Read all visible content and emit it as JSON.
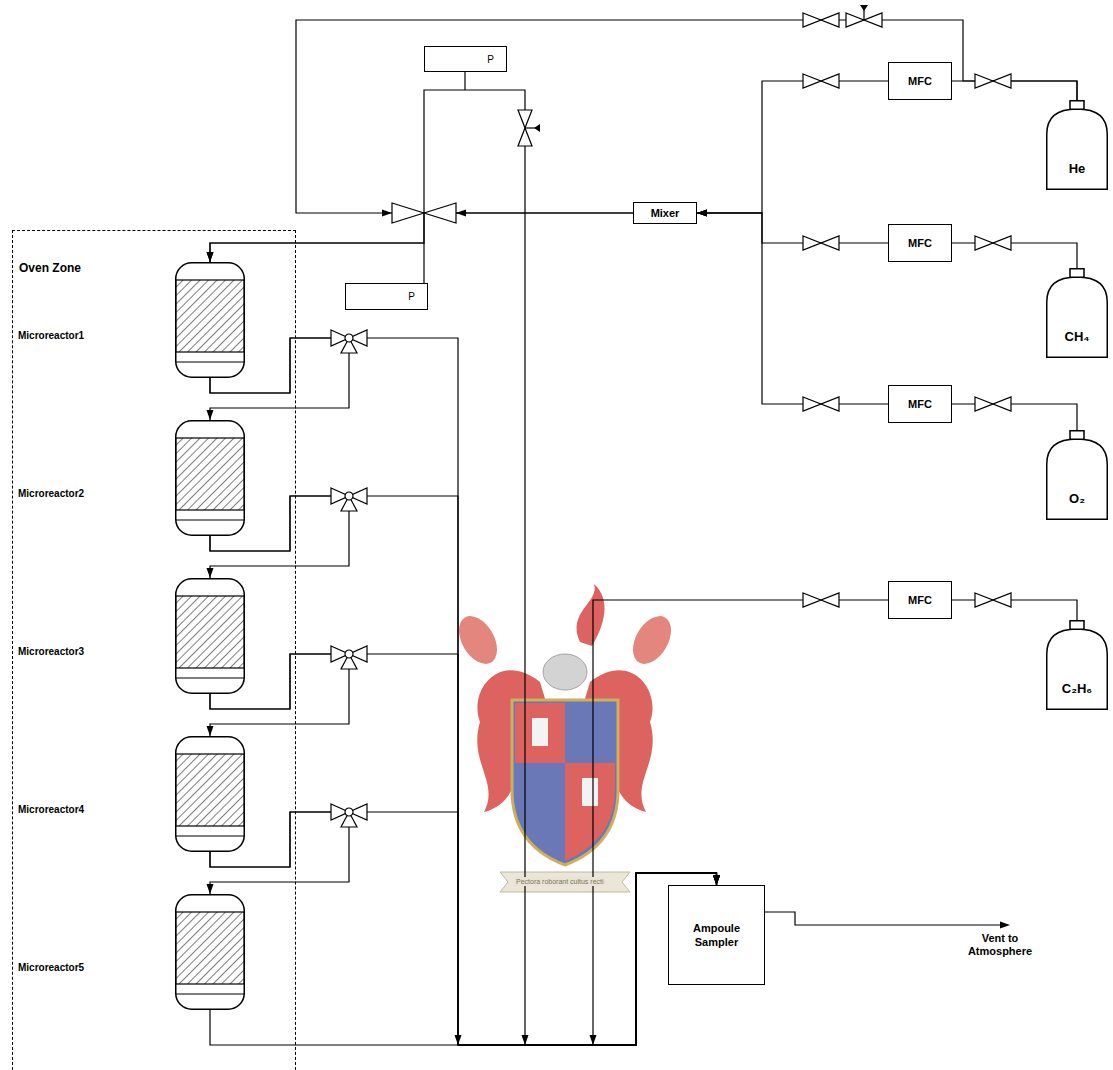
{
  "diagram": {
    "nodes": [
      {
        "text": [
          "Oven Zone"
        ]
      },
      {
        "text": [
          "Microreactor1"
        ],
        "in": 0
      },
      {
        "text": [
          "Microreactor2"
        ],
        "in": 0
      },
      {
        "text": [
          "Microreactor3"
        ],
        "in": 0
      },
      {
        "text": [
          "Microreactor4"
        ],
        "in": 0
      },
      {
        "text": [
          "Microreactor5"
        ],
        "in": 0
      },
      {
        "text": [
          "P"
        ]
      },
      {
        "text": [
          "P"
        ]
      },
      {
        "text": [
          "Mixer"
        ]
      },
      {
        "text": [
          "MFC"
        ]
      },
      {
        "text": [
          "MFC"
        ]
      },
      {
        "text": [
          "MFC"
        ]
      },
      {
        "text": [
          "MFC"
        ]
      },
      {
        "text": [
          "He"
        ]
      },
      {
        "text": [
          "CH₄"
        ]
      },
      {
        "text": [
          "O₂"
        ]
      },
      {
        "text": [
          "C₂H₆"
        ]
      },
      {
        "text": [
          "Ampoule Sampler"
        ]
      }
    ],
    "edges": [
      {
        "from": 13,
        "to": 9,
        "arrow": "none"
      },
      {
        "from": 14,
        "to": 10,
        "arrow": "none"
      },
      {
        "from": 15,
        "to": 11,
        "arrow": "none"
      },
      {
        "from": 16,
        "to": 12,
        "arrow": "none"
      },
      {
        "from": 9,
        "to": 8,
        "arrow": "to"
      },
      {
        "from": 10,
        "to": 8,
        "arrow": "to"
      },
      {
        "from": 11,
        "to": 8,
        "arrow": "to"
      },
      {
        "from": 8,
        "to": 1,
        "arrow": "to"
      },
      {
        "from": 13,
        "to": 1,
        "arrow": "to"
      },
      {
        "from": 1,
        "to": 2,
        "arrow": "to"
      },
      {
        "from": 2,
        "to": 3,
        "arrow": "to"
      },
      {
        "from": 3,
        "to": 4,
        "arrow": "to"
      },
      {
        "from": 4,
        "to": 5,
        "arrow": "to"
      },
      {
        "from": 1,
        "to": 17,
        "arrow": "to"
      },
      {
        "from": 2,
        "to": 17,
        "arrow": "to"
      },
      {
        "from": 3,
        "to": 17,
        "arrow": "to"
      },
      {
        "from": 4,
        "to": 17,
        "arrow": "to"
      },
      {
        "from": 5,
        "to": 17,
        "arrow": "to"
      },
      {
        "from": 12,
        "to": 17,
        "arrow": "to"
      },
      {
        "from": 8,
        "to": 17,
        "arrow": "to"
      }
    ],
    "labels": [
      "Vent to Atmosphere",
      "Pectora roborant cultus recti"
    ]
  }
}
